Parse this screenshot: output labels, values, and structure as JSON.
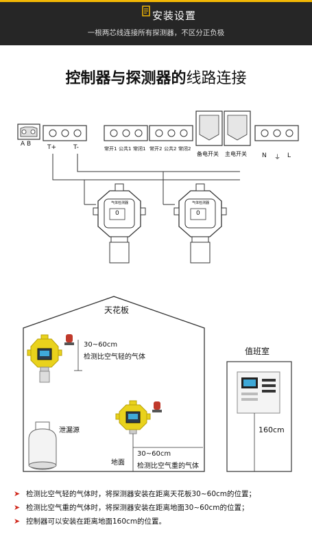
{
  "header": {
    "title": "安装设置",
    "subtitle": "一根两芯线连接所有探测器，不区分正负极"
  },
  "main_title": {
    "bold_part": "控制器与探测器的",
    "light_part": "线路连接"
  },
  "wiring": {
    "ab_labels": "A  B",
    "t_plus": "T+",
    "t_minus": "T-",
    "relay1": [
      "常开1",
      "公共1",
      "常闭1"
    ],
    "relay2": [
      "常开2",
      "公共2",
      "常闭2"
    ],
    "backup_power": "备电开关",
    "main_power": "主电开关",
    "power_terms": [
      "N",
      "⏚",
      "L"
    ],
    "detector_screen": "气体检测器",
    "detector_value": "0"
  },
  "installation": {
    "ceiling": "天花板",
    "light_height": "30~60cm",
    "light_desc": "检测比空气轻的气体",
    "leak_source": "泄漏源",
    "ground": "地面",
    "heavy_height": "30~60cm",
    "heavy_desc": "检测比空气重的气体",
    "duty_room": "值班室",
    "controller_height": "160cm"
  },
  "notes": [
    "检测比空气轻的气体时，将探测器安装在距离天花板30~60cm的位置；",
    "检测比空气重的气体时，将探测器安装在距离地面30~60cm的位置；",
    "控制器可以安装在距离地面160cm的位置。"
  ],
  "colors": {
    "header_bg": "#262626",
    "accent": "#f2b705",
    "arrow": "#d12b1f",
    "detector_yellow": "#e9d21c"
  }
}
